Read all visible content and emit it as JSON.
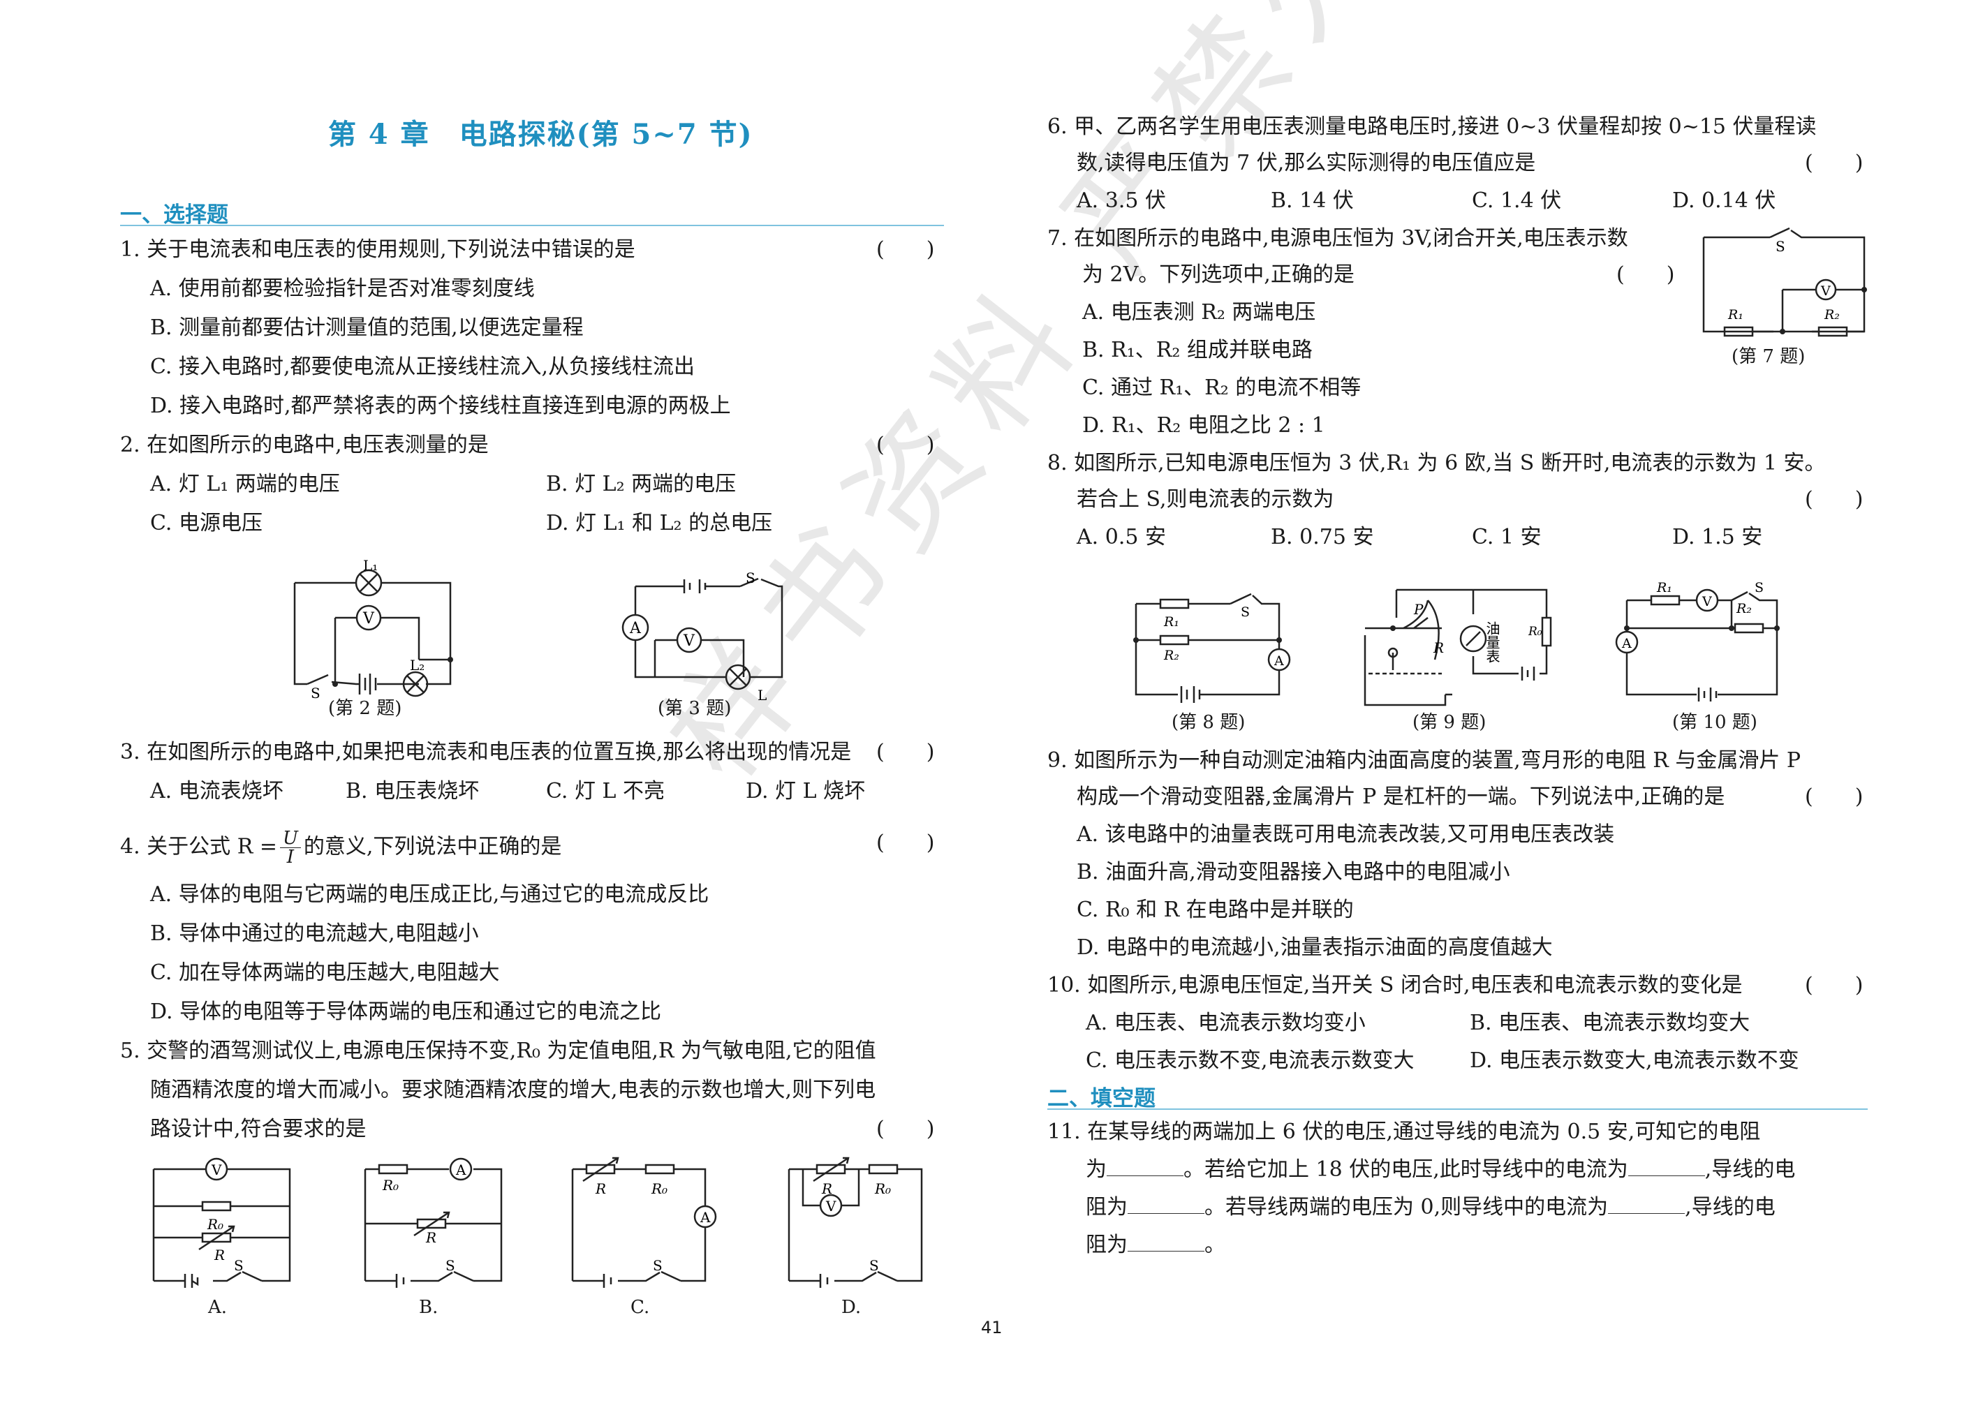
{
  "title": "第 4 章　电路探秘(第 5~7 节)",
  "section1": "一、选择题",
  "section2": "二、填空题",
  "watermark": "样书资料 严禁外传",
  "page_number": "41",
  "left_lines": [
    "1. 关于电流表和电压表的使用规则,下列说法中错误的是",
    "A. 使用前都要检验指针是否对准零刻度线",
    "B. 测量前都要估计测量值的范围,以便选定量程",
    "C. 接入电路时,都要使电流从正接线柱流入,从负接线柱流出",
    "D. 接入电路时,都严禁将表的两个接线柱直接连到电源的两极上",
    "2. 在如图所示的电路中,电压表测量的是"
  ],
  "q2_options": [
    "A. 灯 L₁ 两端的电压",
    "B. 灯 L₂ 两端的电压",
    "C. 电源电压",
    "D. 灯 L₁ 和 L₂ 的总电压"
  ],
  "q3": "3. 在如图所示的电路中,如果把电流表和电压表的位置互换,那么将出现的情况是",
  "q3_options": [
    "A. 电流表烧坏",
    "B. 电压表烧坏",
    "C. 灯 L 不亮",
    "D. 灯 L 烧坏"
  ],
  "q4_prefix": "4. 关于公式 R =",
  "q4_num": "U",
  "q4_den": "I",
  "q4_suffix": "的意义,下列说法中正确的是",
  "q4_options": [
    "A. 导体的电阻与它两端的电压成正比,与通过它的电流成反比",
    "B. 导体中通过的电流越大,电阻越小",
    "C. 加在导体两端的电压越大,电阻越大",
    "D. 导体的电阻等于导体两端的电压和通过它的电流之比"
  ],
  "q5_lines": [
    "5. 交警的酒驾测试仪上,电源电压保持不变,R₀ 为定值电阻,R 为气敏电阻,它的阻值",
    "随酒精浓度的增大而减小。要求随酒精浓度的增大,电表的示数也增大,则下列电",
    "路设计中,符合要求的是"
  ],
  "q5_captions": [
    "A.",
    "B.",
    "C.",
    "D."
  ],
  "captions": {
    "q2": "(第 2 题)",
    "q3": "(第 3 题)",
    "q7": "(第 7 题)",
    "q8": "(第 8 题)",
    "q9": "(第 9 题)",
    "q10": "(第 10 题)"
  },
  "paren": "(　　)",
  "q6_lines": [
    "6. 甲、乙两名学生用电压表测量电路电压时,接进 0~3 伏量程却按 0~15 伏量程读",
    "数,读得电压值为 7 伏,那么实际测得的电压值应是"
  ],
  "q6_options": [
    "A. 3.5 伏",
    "B. 14 伏",
    "C. 1.4 伏",
    "D. 0.14 伏"
  ],
  "q7_lines": [
    "7. 在如图所示的电路中,电源电压恒为 3V,闭合开关,电压表示数",
    "为 2V。下列选项中,正确的是"
  ],
  "q7_options": [
    "A. 电压表测 R₂ 两端电压",
    "B. R₁、R₂ 组成并联电路",
    "C. 通过 R₁、R₂ 的电流不相等",
    "D. R₁、R₂ 电阻之比 2 : 1"
  ],
  "q8_lines": [
    "8. 如图所示,已知电源电压恒为 3 伏,R₁ 为 6 欧,当 S 断开时,电流表的示数为 1 安。",
    "若合上 S,则电流表的示数为"
  ],
  "q8_options": [
    "A. 0.5 安",
    "B. 0.75 安",
    "C. 1 安",
    "D. 1.5 安"
  ],
  "q9_lines": [
    "9. 如图所示为一种自动测定油箱内油面高度的装置,弯月形的电阻 R 与金属滑片 P",
    "构成一个滑动变阻器,金属滑片 P 是杠杆的一端。下列说法中,正确的是"
  ],
  "q9_options": [
    "A. 该电路中的油量表既可用电流表改装,又可用电压表改装",
    "B. 油面升高,滑动变阻器接入电路中的电阻减小",
    "C. R₀ 和 R 在电路中是并联的",
    "D. 电路中的电流越小,油量表指示油面的高度值越大"
  ],
  "q10": "10. 如图所示,电源电压恒定,当开关 S 闭合时,电压表和电流表示数的变化是",
  "q10_options": [
    "A. 电压表、电流表示数均变小",
    "B. 电压表、电流表示数均变大",
    "C. 电压表示数不变,电流表示数变大",
    "D. 电压表示数变大,电流表示数不变"
  ],
  "q11_parts": [
    "11. 在某导线的两端加上 6 伏的电压,通过导线的电流为 0.5 安,可知它的电阻",
    "为",
    "。若给它加上 18 伏的电压,此时导线中的电流为",
    ",导线的电",
    "阻为",
    "。若导线两端的电压为 0,则导线中的电流为",
    ",导线的电",
    "阻为",
    "。"
  ],
  "diagram_labels": {
    "L1": "L₁",
    "L2": "L₂",
    "L": "L",
    "S": "S",
    "V": "V",
    "A": "A",
    "R": "R",
    "R0": "R₀",
    "R1": "R₁",
    "R2": "R₂",
    "P": "P",
    "oil_gauge": "油量表"
  }
}
